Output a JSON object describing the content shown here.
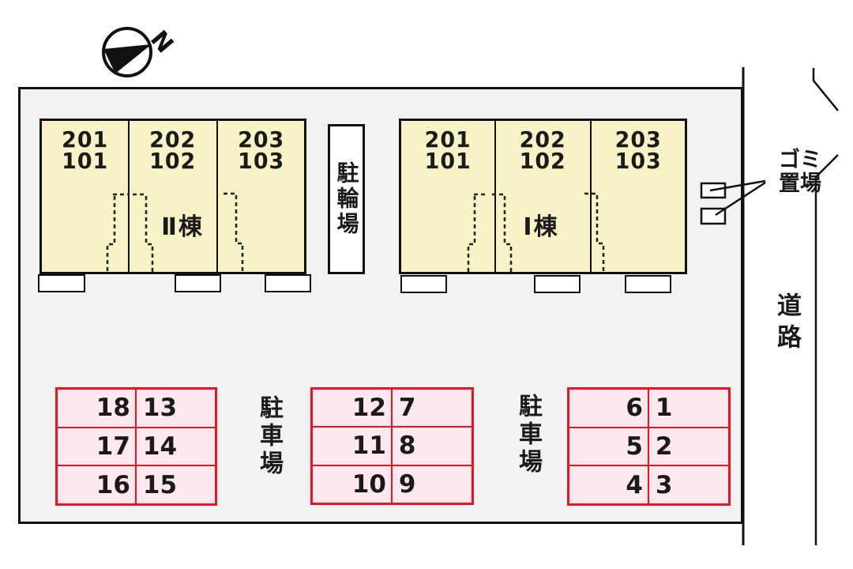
{
  "compass": {
    "north_label": "N"
  },
  "site": {
    "buildings": [
      {
        "name_label": "Ⅱ棟",
        "units": [
          {
            "upper": "201",
            "lower": "101"
          },
          {
            "upper": "202",
            "lower": "102"
          },
          {
            "upper": "203",
            "lower": "103"
          }
        ]
      },
      {
        "name_label": "Ⅰ棟",
        "units": [
          {
            "upper": "201",
            "lower": "101"
          },
          {
            "upper": "202",
            "lower": "102"
          },
          {
            "upper": "203",
            "lower": "103"
          }
        ]
      }
    ],
    "bicycle_parking": {
      "label": "駐輪場"
    },
    "parking": {
      "area_labels": [
        "駐車場",
        "駐車場"
      ],
      "blocks": [
        {
          "rows": [
            {
              "left": "18",
              "right": "13"
            },
            {
              "left": "17",
              "right": "14"
            },
            {
              "left": "16",
              "right": "15"
            }
          ]
        },
        {
          "rows": [
            {
              "left": "12",
              "right": "7"
            },
            {
              "left": "11",
              "right": "8"
            },
            {
              "left": "10",
              "right": "9"
            }
          ]
        },
        {
          "rows": [
            {
              "left": "6",
              "right": "1"
            },
            {
              "left": "5",
              "right": "2"
            },
            {
              "left": "4",
              "right": "3"
            }
          ]
        }
      ]
    },
    "garbage": {
      "label_line1": "ゴミ",
      "label_line2": "置場"
    },
    "road": {
      "label": "道路"
    }
  },
  "colors": {
    "site_fill": "#f2f2f2",
    "building_fill": "#f8f3c6",
    "parking_fill": "#fde8ef",
    "parking_border": "#f2111f",
    "line": "#1a1a1a"
  }
}
